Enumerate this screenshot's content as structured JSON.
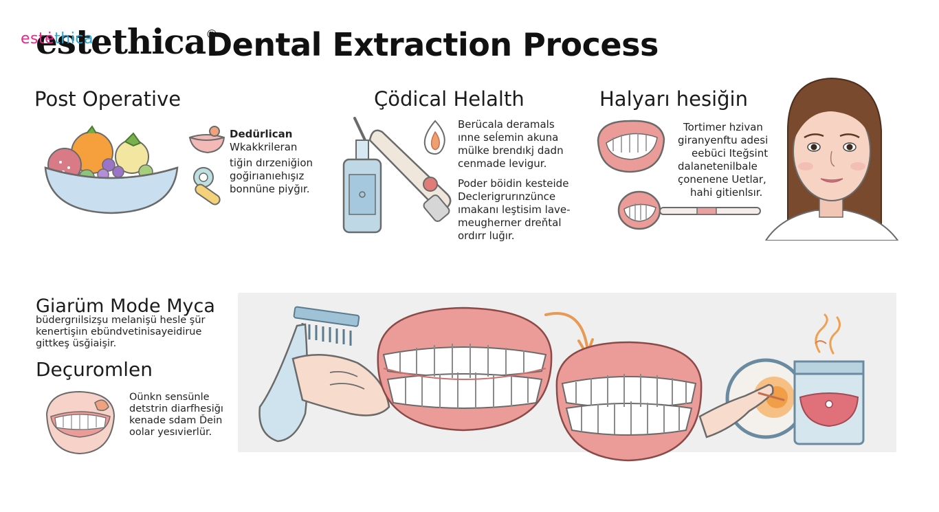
{
  "header": {
    "logo_small_a": "estė",
    "logo_small_b": "thica",
    "logo": "estethica",
    "logo_mark": "®",
    "title": "Dental  Extraction Process"
  },
  "sections": {
    "post_operative": {
      "heading": "Post Operative",
      "lines": [
        "Dedürlican",
        "Wkakkrileran",
        "tiğin dırzeniğion",
        "goğirıanıehışız",
        "bonnüne piyğır."
      ]
    },
    "codical_health": {
      "heading": "Çödical Helalth",
      "lines_a": [
        "Berücala deramals",
        "ınne seĺemin akuna",
        "mülke brendıkj dadn",
        "cenmade levigur."
      ],
      "lines_b": [
        "Poder böidin kesteide",
        "Declerigrurınzünce",
        "ımakanı leştisim lave-",
        "meugherner dreňtal",
        "ordırr luğır."
      ]
    },
    "halyari": {
      "heading": "Halyarı hesiğin",
      "lines": [
        "Tortimer hzivan",
        "giranyenftu adesi",
        "eebüci Iteğsint",
        "dalanetenilbale",
        "çonenene Uetlar,",
        "hahi gitienlsır."
      ]
    },
    "mode": {
      "heading": "Giarüm Mode Myca",
      "lines": [
        "büdergrıilsizşu melanişü hesle şür",
        "kenertişiın ebündvetinisayeidirue",
        "gittkeş üsğiaişir."
      ]
    },
    "decuromlen": {
      "heading": "Deçuromlen",
      "lines": [
        "Oünkn sensünle",
        "detstrin diarfhesiğı",
        "kenade sdam Ďein",
        "oolar yesıvierlür."
      ]
    }
  },
  "colors": {
    "gum": "#ec9c98",
    "gum_dark": "#c9706d",
    "tooth": "#ffffff",
    "outline": "#6a6a6a",
    "bottle_blue": "#bfd8e6",
    "panel_bg": "#efefef",
    "hair": "#7a4a2e",
    "skin": "#f6d3c3",
    "accent_orange": "#f0a050",
    "arrow": "#e89a55"
  },
  "icons": [
    "fruit-bowl-icon",
    "pill-icon",
    "capsule-icon",
    "flame-drop-icon",
    "spray-bottle-icon",
    "dental-tool-icon",
    "mouth-icon",
    "tooth-brush-mouth-icon",
    "woman-portrait-icon",
    "toothbrush-hand-icon",
    "teeth-large-icon",
    "teeth-medium-icon",
    "magnifier-hand-icon",
    "steaming-cup-icon",
    "small-mouth-icon"
  ]
}
